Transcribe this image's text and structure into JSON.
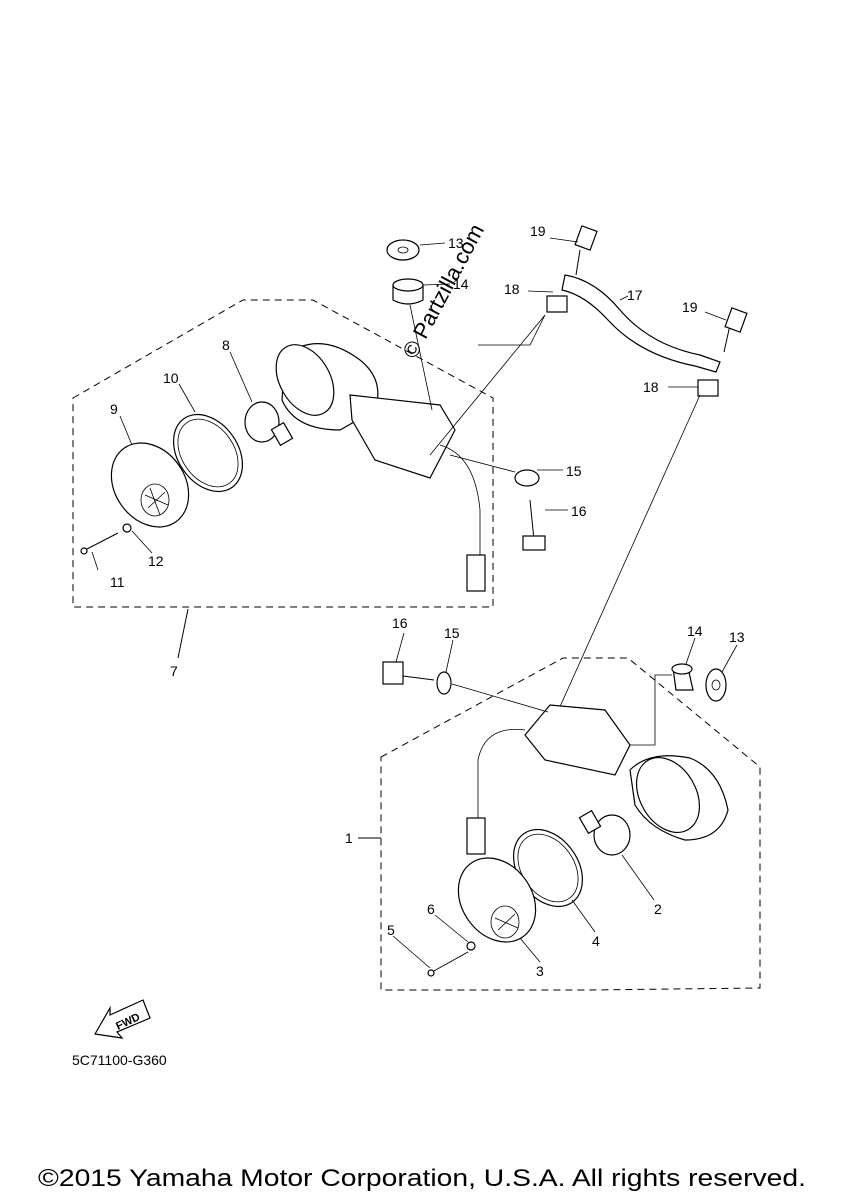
{
  "diagram": {
    "callouts": [
      "1",
      "2",
      "3",
      "4",
      "5",
      "6",
      "7",
      "8",
      "9",
      "10",
      "11",
      "12",
      "13",
      "13",
      "14",
      "14",
      "15",
      "15",
      "16",
      "16",
      "17",
      "18",
      "18",
      "19",
      "19"
    ],
    "fwd_label": "FWD",
    "drawing_code": "5C71100-G360",
    "watermark": "© Partzilla.com"
  },
  "footer": {
    "copyright": "©2015 Yamaha Motor Corporation, U.S.A. All rights reserved."
  }
}
